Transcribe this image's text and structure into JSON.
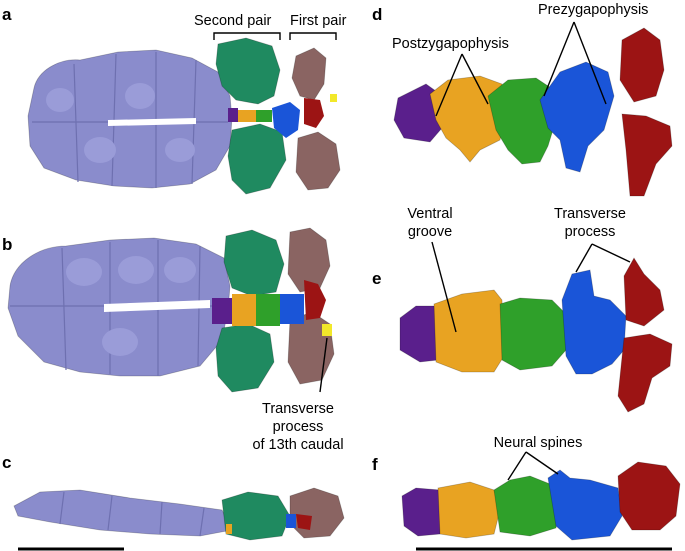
{
  "panels": [
    "a",
    "b",
    "c",
    "d",
    "e",
    "f"
  ],
  "labels": {
    "second_pair": "Second pair",
    "first_pair": "First pair",
    "postzygapophysis": "Postzygapophysis",
    "prezygapophysis": "Prezygapophysis",
    "ventral": "Ventral",
    "groove": "groove",
    "transverse_process_line1": "Transverse",
    "transverse_process_line2": "process",
    "tp13_line1": "Transverse",
    "tp13_line2": "process",
    "tp13_line3": "of 13th caudal",
    "neural_spines": "Neural spines"
  },
  "colors": {
    "osteoderm": "#8a8ccc",
    "second_pair": "#1f8a60",
    "first_pair": "#8a6462",
    "purple": "#5a1f8c",
    "orange": "#e8a322",
    "green": "#2fa02a",
    "blue": "#1a55d8",
    "red": "#9c1414",
    "yellow": "#f2e82a"
  }
}
